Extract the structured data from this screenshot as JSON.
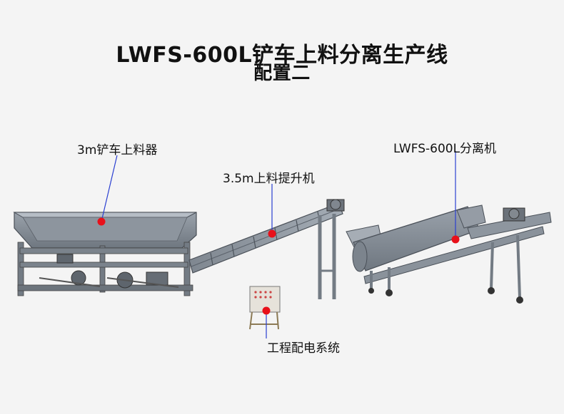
{
  "header": {
    "title_line1": "LWFS-600L铲车上料分离生产线",
    "title_line2": "配置二"
  },
  "labels": {
    "loader": "3m铲车上料器",
    "elevator": "3.5m上料提升机",
    "separator": "LWFS-600L分离机",
    "control": "工程配电系统"
  },
  "colors": {
    "machine": "#8a929c",
    "machine_dark": "#5c636c",
    "pointer_line": "#2a3fd1",
    "marker": "#e8101a"
  }
}
